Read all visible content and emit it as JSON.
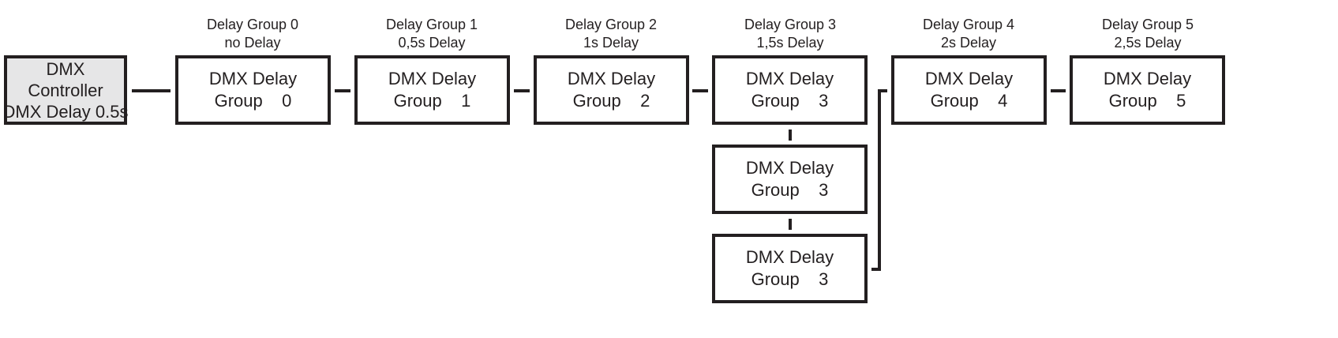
{
  "controller": {
    "lines": [
      "DMX",
      "Controller",
      "DMX Delay 0.5s"
    ]
  },
  "groups": [
    {
      "name": "Delay Group 0",
      "delay": "no Delay"
    },
    {
      "name": "Delay Group 1",
      "delay": "0,5s Delay"
    },
    {
      "name": "Delay Group 2",
      "delay": "1s Delay"
    },
    {
      "name": "Delay Group 3",
      "delay": "1,5s Delay"
    },
    {
      "name": "Delay Group 4",
      "delay": "2s Delay"
    },
    {
      "name": "Delay Group 5",
      "delay": "2,5s Delay"
    }
  ],
  "boxes": [
    {
      "line1": "DMX Delay",
      "line2": "Group    0"
    },
    {
      "line1": "DMX Delay",
      "line2": "Group    1"
    },
    {
      "line1": "DMX Delay",
      "line2": "Group    2"
    },
    {
      "line1": "DMX Delay",
      "line2": "Group    3"
    },
    {
      "line1": "DMX Delay",
      "line2": "Group    4"
    },
    {
      "line1": "DMX Delay",
      "line2": "Group    5"
    },
    {
      "line1": "DMX Delay",
      "line2": "Group    3"
    },
    {
      "line1": "DMX Delay",
      "line2": "Group    3"
    }
  ]
}
